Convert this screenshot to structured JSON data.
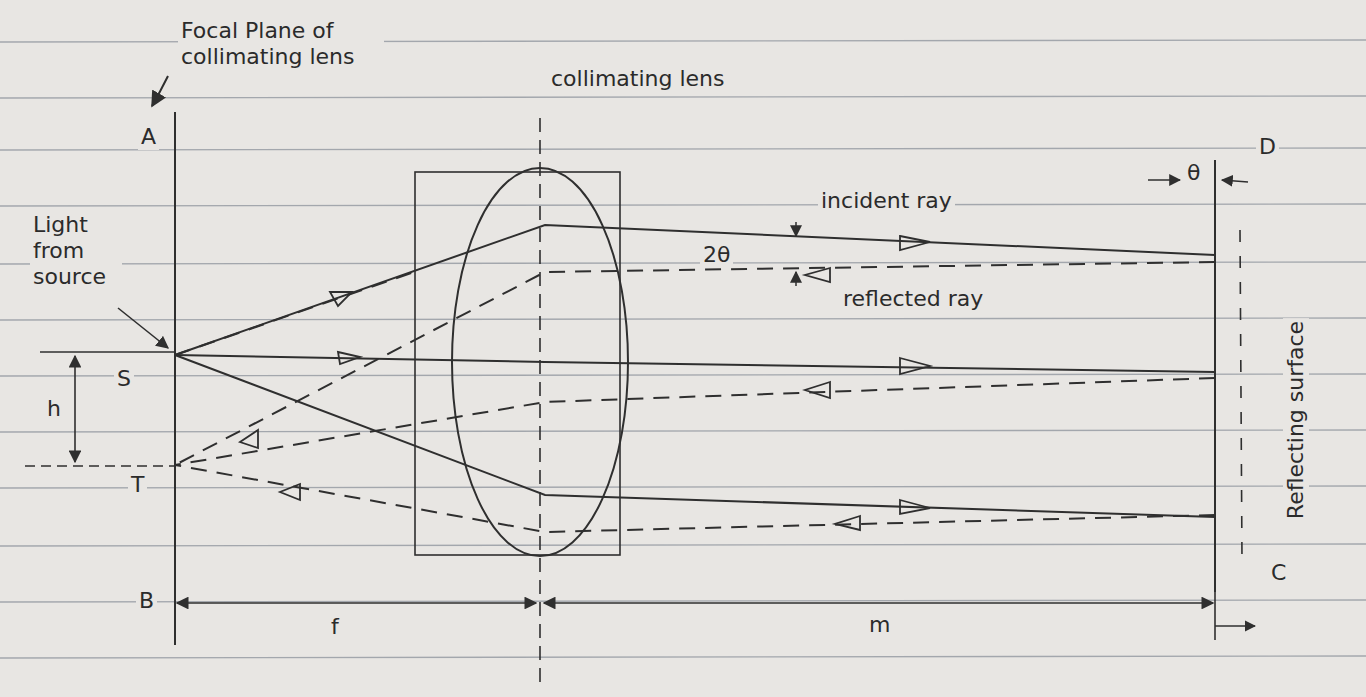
{
  "diagram": {
    "labels": [
      "Focal Plane of collimating lens",
      "collimating lens",
      "A",
      "D",
      "incident ray",
      "θ",
      "2θ",
      "reflected ray",
      "Light from source",
      "S",
      "h",
      "T",
      "Reflecting surface",
      "C",
      "B",
      "f",
      "m"
    ]
  }
}
